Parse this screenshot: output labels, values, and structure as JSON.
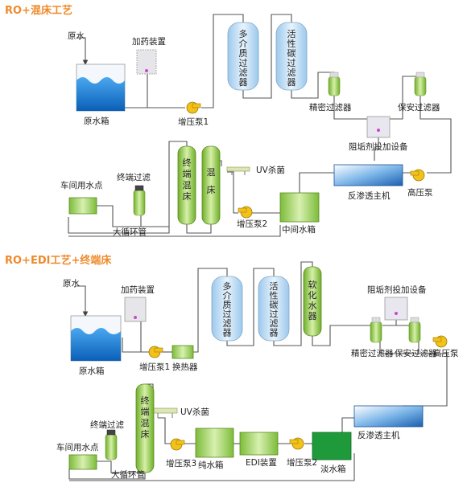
{
  "section1": {
    "title": "RO+混床工艺",
    "raw_water_in": "原水",
    "dosing_device": "加药装置",
    "raw_water_tank": "原水箱",
    "booster_pump_1": "增压泵1",
    "multimedia_filter": [
      "多",
      "介",
      "质",
      "过",
      "滤",
      "器"
    ],
    "carbon_filter": [
      "活",
      "性",
      "碳",
      "过",
      "滤",
      "器"
    ],
    "precision_filter": "精密过滤器",
    "safety_filter": "保安过滤器",
    "antiscalant": "阻垢剂投加设备",
    "ro_unit": "反渗透主机",
    "high_pressure_pump": "高压泵",
    "uv": "UV杀菌",
    "terminal_mixed_bed": [
      "终",
      "端",
      "混",
      "床"
    ],
    "mixed_bed": [
      "混",
      "床"
    ],
    "terminal_filter": "终端过滤",
    "workshop_point": "车间用水点",
    "loop_pipe": "大循环管",
    "booster_pump_2": "增压泵2",
    "intermediate_tank": "中间水箱"
  },
  "section2": {
    "title": "RO+EDI工艺+终端床",
    "raw_water_in": "原水",
    "dosing_device": "加药装置",
    "raw_water_tank": "原水箱",
    "booster_pump_1": "增压泵1",
    "heat_exchanger": "换热器",
    "multimedia_filter": [
      "多",
      "介",
      "质",
      "过",
      "滤",
      "器"
    ],
    "carbon_filter": [
      "活",
      "性",
      "碳",
      "过",
      "滤",
      "器"
    ],
    "softener": [
      "软",
      "化",
      "水",
      "器"
    ],
    "antiscalant": "阻垢剂投加设备",
    "precision_filter": "精密过滤器",
    "safety_filter": "保安过滤器",
    "high_pressure_pump": "高压泵",
    "ro_unit": "反渗透主机",
    "uv": "UV杀菌",
    "terminal_mixed_bed": [
      "终",
      "端",
      "混",
      "床"
    ],
    "terminal_filter": "终端过滤",
    "workshop_point": "车间用水点",
    "loop_pipe": "大循环管",
    "booster_pump_3": "增压泵3",
    "pure_water_tank": "纯水箱",
    "edi": "EDI装置",
    "booster_pump_2": "增压泵2",
    "fresh_water_tank": "淡水箱"
  },
  "colors": {
    "title": "#ef8a2a",
    "water": "#1e7fd8",
    "vessel": "#c9e3f7",
    "green": "#8cc43c",
    "pump": "#f2c21a",
    "ro": "#1f6fc0",
    "dark_green": "#1f9a3a"
  }
}
